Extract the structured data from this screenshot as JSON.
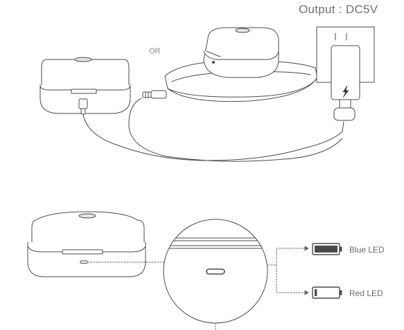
{
  "labels": {
    "output": "Output : DC5V",
    "or": "OR",
    "blue_led": "Blue LED",
    "red_led": "Red LED"
  },
  "indicators": {
    "blue_led_battery_level": 1.0,
    "red_led_battery_level": 0.1
  },
  "colors": {
    "line": "#4a4a4a",
    "fill": "#ffffff",
    "charge_bolt": "#333333"
  },
  "icons": [
    "charging-case-icon",
    "wireless-charging-pad-icon",
    "usb-power-adapter-icon",
    "battery-full-icon",
    "battery-low-icon",
    "lightning-bolt-icon"
  ]
}
